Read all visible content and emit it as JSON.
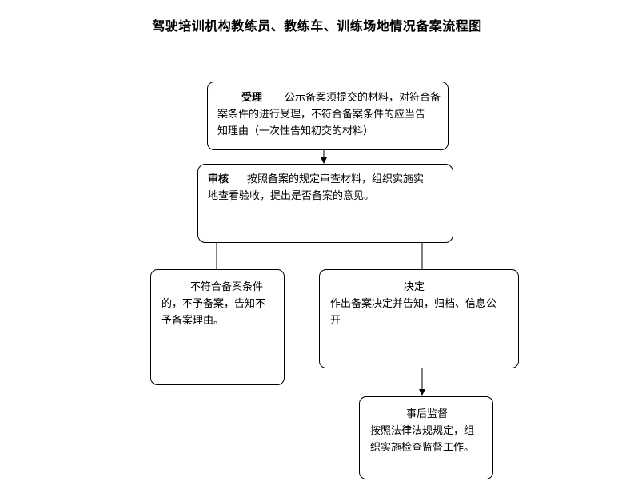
{
  "title": "驾驶培训机构教练员、教练车、训练场地情况备案流程图",
  "steps": {
    "accept": {
      "heading": "受理",
      "line1": "公示备案须提交的材料，对符合备",
      "line2": "案条件的进行受理，不符合备案条件的应当告",
      "line3": "知理由（一次性告知初交的材料）"
    },
    "review": {
      "heading": "审核",
      "line1": "按照备案的规定审查材料，组织实施实",
      "line2": "地查看验收，提出是否备案的意见。"
    },
    "reject": {
      "line1": "不符合备案条件",
      "line2": "的，不予备案，告知不",
      "line3": "予备案理由。"
    },
    "decide": {
      "heading": "决定",
      "line1": "作出备案决定并告知，归档、信息公",
      "line2": "开"
    },
    "supervise": {
      "heading": "事后监督",
      "line1": "按照法律法规规定，组",
      "line2": "织实施检查监督工作。"
    }
  }
}
